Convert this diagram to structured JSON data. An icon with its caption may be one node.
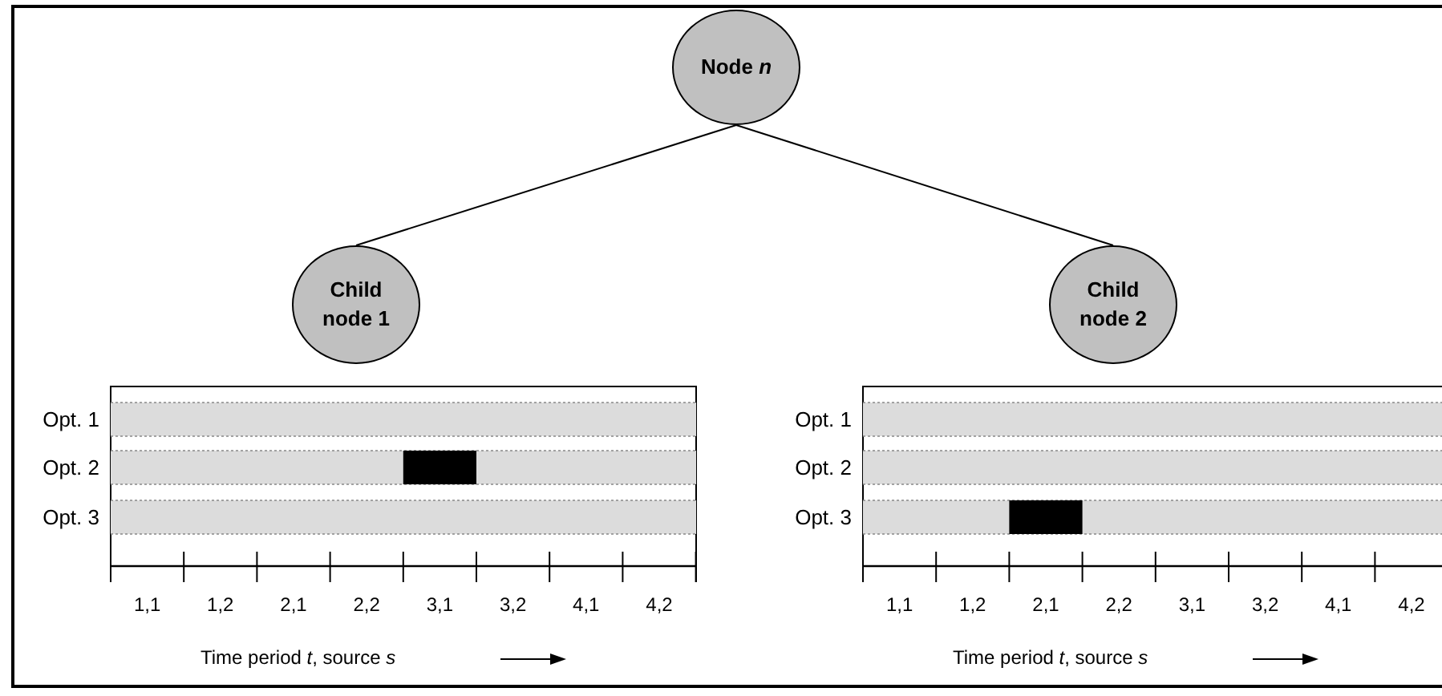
{
  "diagram": {
    "nodes": [
      {
        "text": [
          "Node *n*"
        ]
      },
      {
        "text": [
          "Child node 1"
        ]
      },
      {
        "text": [
          "Child node 2"
        ]
      }
    ],
    "edges": [
      {
        "from": 0,
        "to": 1,
        "arrow": "none"
      },
      {
        "from": 0,
        "to": 2,
        "arrow": "none"
      }
    ],
    "labels": [
      "Opt. 1",
      "Opt. 2",
      "Opt. 3",
      "1,1",
      "1,2",
      "2,1",
      "2,2",
      "3,1",
      "3,2",
      "4,1",
      "4,2",
      "Time period *t*, source *s*",
      "Opt. 1",
      "Opt. 2",
      "Opt. 3",
      "1,1",
      "1,2",
      "2,1",
      "2,2",
      "3,1",
      "3,2",
      "4,1",
      "4,2",
      "Time period *t*, source *s*"
    ]
  }
}
